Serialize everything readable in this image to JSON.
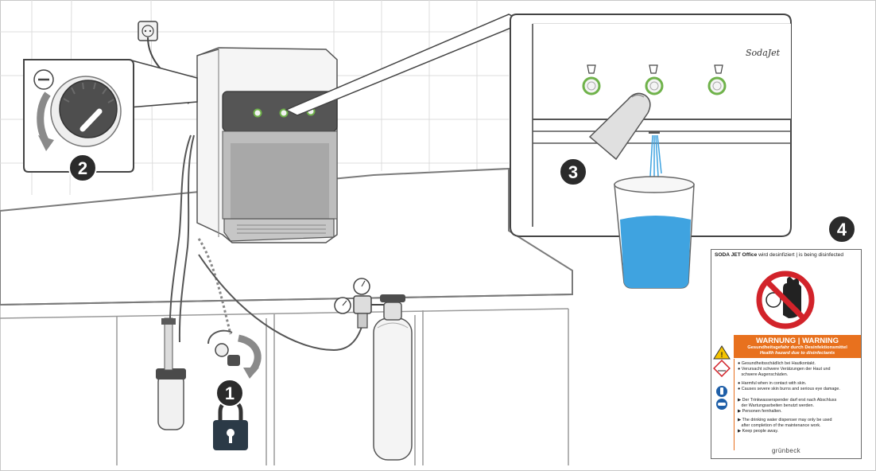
{
  "steps": [
    {
      "id": "1",
      "label": "1"
    },
    {
      "id": "2",
      "label": "2"
    },
    {
      "id": "3",
      "label": "3"
    },
    {
      "id": "4",
      "label": "4"
    }
  ],
  "dispenser": {
    "brand_text": "SodaJet",
    "buttons": [
      "still-water",
      "medium-water",
      "sparkling-water"
    ]
  },
  "sign": {
    "title_product": "SODA JET Office",
    "title_status": "wird desinfiziert | is being disinfected",
    "warning_title": "WARNUNG | WARNING",
    "warning_de": "Gesundheitsgefahr durch Desinfektionsmittel",
    "warning_en": "Health hazard due to disinfectants",
    "items_de_1": [
      "Gesundheitsschädlich bei Hautkontakt.",
      "Verursacht schwere Verätzungen der Haut und",
      "schwere Augenschäden."
    ],
    "items_en_1": [
      "Harmful when in contact with skin.",
      "Causes severe skin burns and serious eye damage."
    ],
    "items_de_2": [
      "Der Trinkwasserspender darf erst nach Abschluss",
      "der Wartungsarbeiten benutzt werden.",
      "Personen fernhalten."
    ],
    "items_en_2": [
      "The drinking water dispenser may only be used",
      "after completion of the maintenance work.",
      "Keep people away."
    ],
    "brand": "grünbeck"
  },
  "colors": {
    "water": "#3fa3e0",
    "button_ring": "#6fb24a",
    "warning_orange": "#e8711e",
    "prohibition_red": "#d2232a",
    "badge": "#2b2b2b"
  }
}
